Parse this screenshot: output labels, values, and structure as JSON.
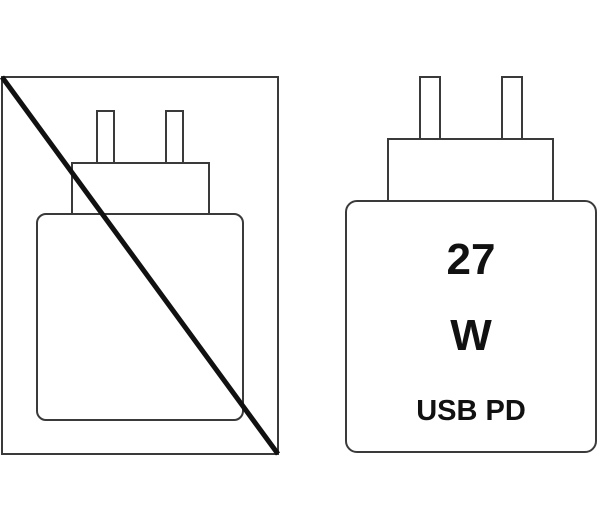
{
  "colors": {
    "stroke": "#3a3a3a",
    "slash": "#111111",
    "background": "#ffffff"
  },
  "left_panel": {
    "icon": "charger-not-included-icon"
  },
  "right_panel": {
    "icon": "charger-icon",
    "wattage_value": "27",
    "wattage_unit": "W",
    "protocol": "USB PD"
  }
}
